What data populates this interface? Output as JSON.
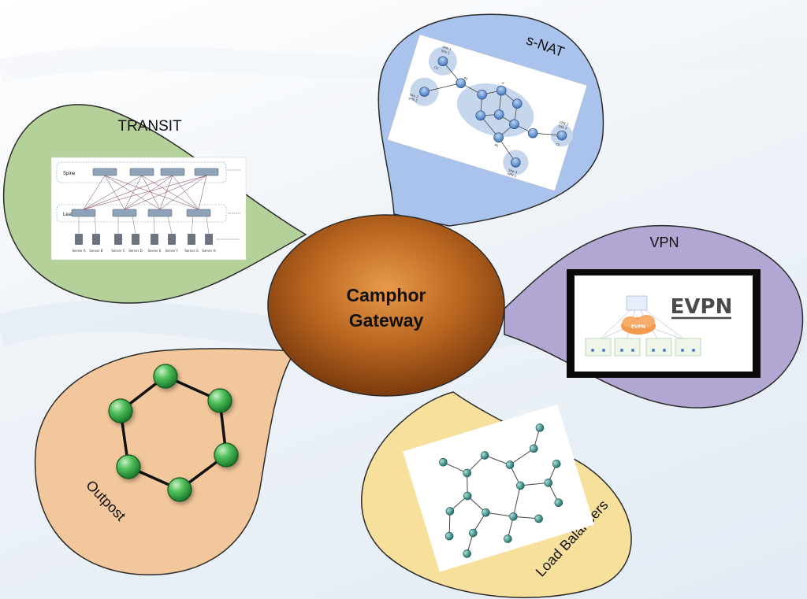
{
  "colors": {
    "transit": "#b5d19a",
    "snat": "#a9c3ec",
    "vpn": "#b2a6d2",
    "load_balancers": "#f7df9c",
    "outpost": "#f3c79c",
    "center": "#b25f1e",
    "node_green": "#2fa84a"
  },
  "center": {
    "line1": "Camphor",
    "line2": "Gateway"
  },
  "petals": {
    "transit": {
      "label": "TRANSIT",
      "figure": {
        "spine_label": "Spine",
        "leaf_label": "Leaf",
        "servers": [
          "Server A",
          "Server B",
          "Server C",
          "Server D",
          "Server E",
          "Server F",
          "Server G",
          "Server H"
        ]
      }
    },
    "snat": {
      "label": "s-NAT",
      "figure": {
        "vpn_top": "VPN 1",
        "site_top": "Site 1",
        "vpn_left": "VPN 2",
        "site_left": "Site 2",
        "vpn_right": "VPN 2",
        "site_right": "Site 3",
        "vpn_bottom": "VPN 1",
        "site_bottom": "Site 4",
        "ce": "CE",
        "pe": "PE",
        "p": "P"
      }
    },
    "vpn": {
      "label": "VPN",
      "figure": {
        "title": "EVPN",
        "cloud": "EVPN"
      }
    },
    "load_balancers": {
      "label": "Load Balancers"
    },
    "outpost": {
      "label": "Outpost"
    }
  }
}
